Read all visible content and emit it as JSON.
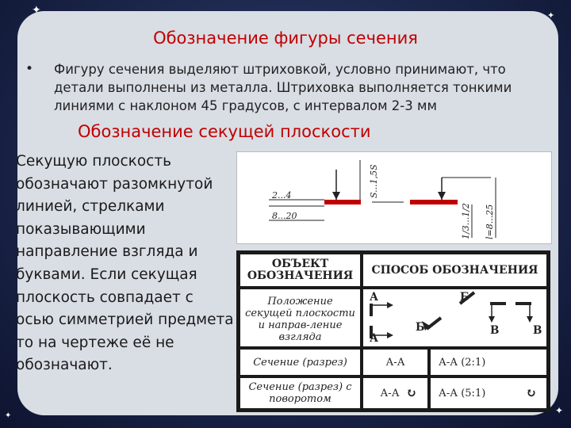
{
  "slide": {
    "title": "Обозначение фигуры сечения",
    "bullet": "Фигуру сечения выделяют штриховкой, условно принимают, что детали выполнены из металла. Штриховка выполняется тонкими линиями с наклоном 45 градусов, с интервалом 2-3 мм",
    "subtitle": "Обозначение секущей плоскости",
    "left_text": "Секущую плоскость обозначают разомкнутой линией, стрелками показывающими направление взгляда и буквами. Если секущая плоскость совпадает с осью симметрией предмета то на чертеже её не обозначают."
  },
  "drawing": {
    "dim_a": "2...4",
    "dim_b": "8...20",
    "dim_c": "S...1,5S",
    "dim_d": "1/3...1/2",
    "dim_e": "l=8...25"
  },
  "table": {
    "header_object": "ОБЪЕКТ ОБОЗНАЧЕНИЯ",
    "header_method": "СПОСОБ  ОБОЗНАЧЕНИЯ",
    "row1_label": "Положение секущей плоскости и направ-ление взгляда",
    "row1_sym_a1": "А",
    "row1_sym_a2": "А",
    "row1_sym_b1": "Б",
    "row1_sym_b2": "Б",
    "row1_sym_v1": "В",
    "row1_sym_v2": "В",
    "row2_label": "Сечение (разрез)",
    "row2_val1": "А-А",
    "row2_val2": "А-А  (2:1)",
    "row3_label": "Сечение (разрез) с поворотом",
    "row3_val1": "А-А",
    "row3_val2": "А-А  (5:1)"
  },
  "colors": {
    "accent_red": "#c00000",
    "panel_bg": "#d9dde4",
    "background": "#1f2b52"
  }
}
